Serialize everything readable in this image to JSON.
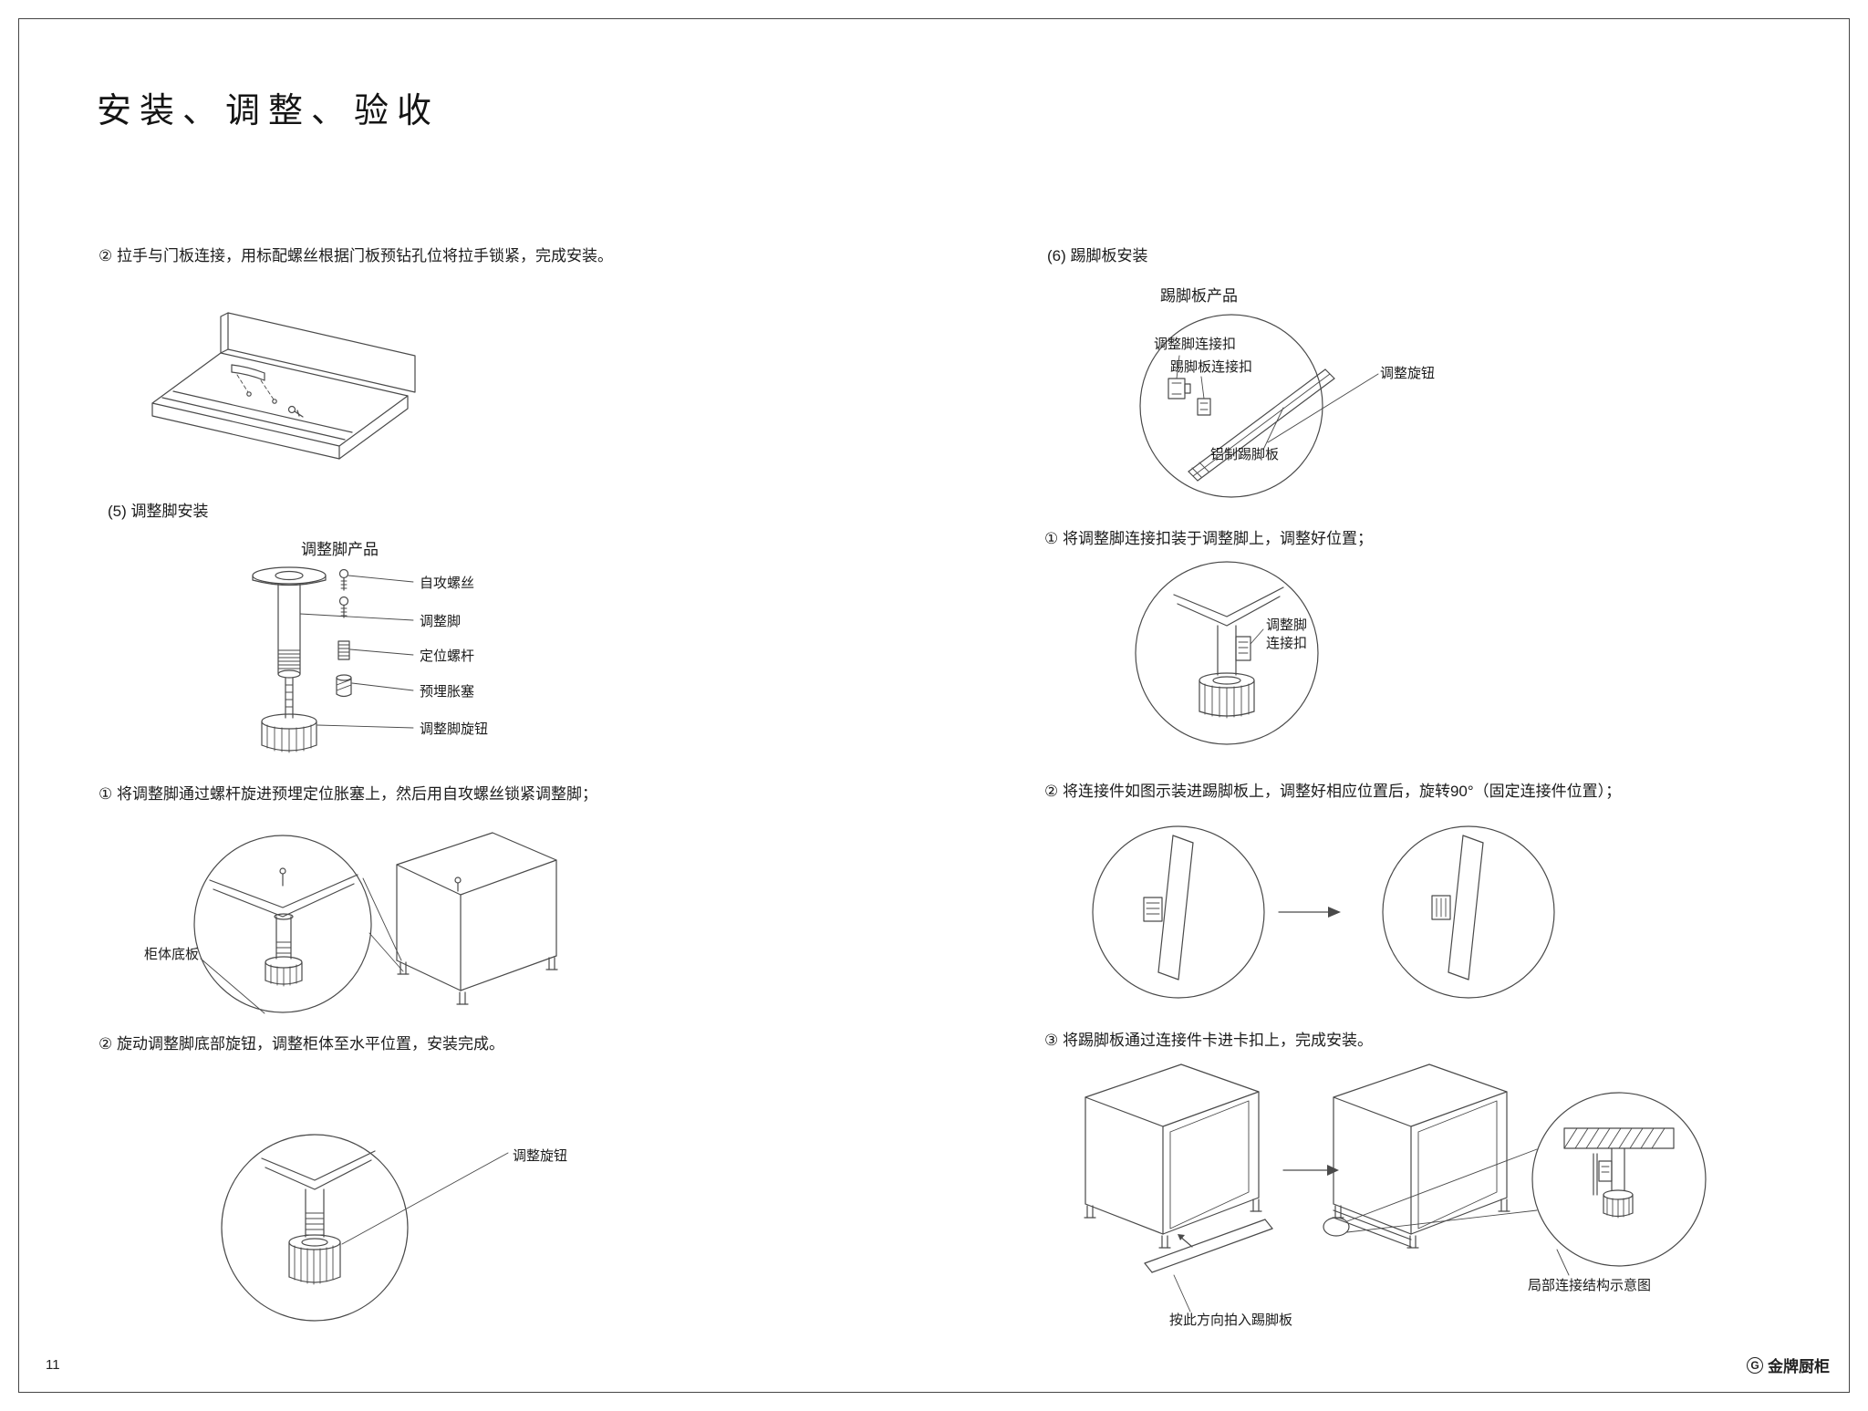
{
  "page": {
    "title": "安装、调整、验收",
    "page_number": "11",
    "brand": "金牌厨柜",
    "brand_icon": "G"
  },
  "left": {
    "handle_step": "② 拉手与门板连接，用标配螺丝根据门板预钻孔位将拉手锁紧，完成安装。",
    "section5_title": "(5) 调整脚安装",
    "foot_caption": "调整脚产品",
    "foot_parts": [
      "自攻螺丝",
      "调整脚",
      "定位螺杆",
      "预埋胀塞",
      "调整脚旋钮"
    ],
    "step1": "① 将调整脚通过螺杆旋进预埋定位胀塞上，然后用自攻螺丝锁紧调整脚；",
    "bottom_board_label": "柜体底板",
    "step2": "② 旋动调整脚底部旋钮，调整柜体至水平位置，安装完成。",
    "knob_label": "调整旋钮"
  },
  "right": {
    "section6_title": "(6) 踢脚板安装",
    "kick_caption": "踢脚板产品",
    "labels": {
      "foot_clip": "调整脚连接扣",
      "plate_clip": "踢脚板连接扣",
      "knob": "调整旋钮",
      "alu_plate": "铝制踢脚板"
    },
    "step1": "① 将调整脚连接扣装于调整脚上，调整好位置；",
    "foot_clip_l1": "调整脚",
    "foot_clip_l2": "连接扣",
    "step2": "② 将连接件如图示装进踢脚板上，调整好相应位置后，旋转90°（固定连接件位置）；",
    "step3": "③ 将踢脚板通过连接件卡进卡扣上，完成安装。",
    "insert_label": "按此方向拍入踢脚板",
    "detail_label": "局部连接结构示意图"
  }
}
